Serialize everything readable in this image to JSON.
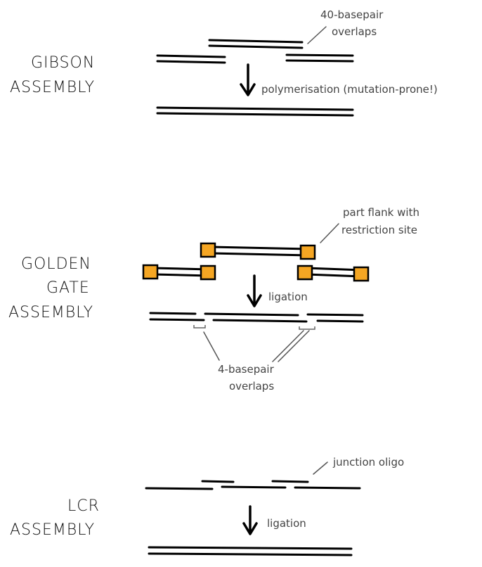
{
  "gibson": {
    "title_line1": "GIBSON",
    "title_line2": "ASSEMBLY",
    "overlap_note_line1": "40-basepair",
    "overlap_note_line2": "overlaps",
    "step_label": "polymerisation (mutation-prone!)"
  },
  "golden_gate": {
    "title_line1": "GOLDEN",
    "title_line2": "GATE",
    "title_line3": "ASSEMBLY",
    "flank_note_line1": "part flank with",
    "flank_note_line2": "restriction site",
    "step_label": "ligation",
    "overlap_note_line1": "4-basepair",
    "overlap_note_line2": "overlaps"
  },
  "lcr": {
    "title_line1": "LCR",
    "title_line2": "ASSEMBLY",
    "oligo_note": "junction oligo",
    "step_label": "ligation"
  },
  "colors": {
    "restriction_site": "#f5a623",
    "strand": "#000000",
    "annotation": "#444444"
  }
}
